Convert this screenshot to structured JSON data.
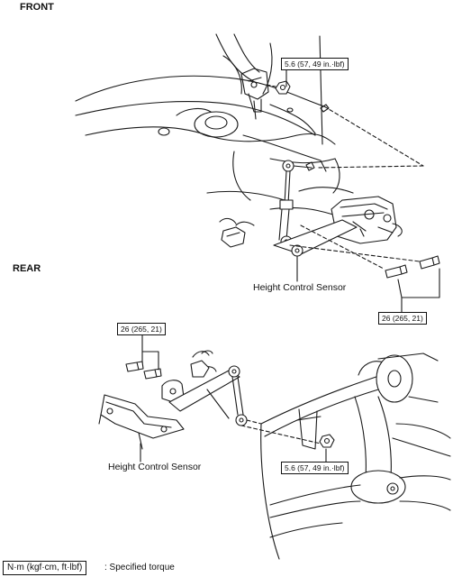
{
  "sections": {
    "front_title": "FRONT",
    "rear_title": "REAR"
  },
  "front": {
    "torque_nut": "5.6 (57, 49 in.·lbf)",
    "torque_bolt": "26 (265, 21)",
    "sensor_label": "Height Control Sensor"
  },
  "rear": {
    "torque_bolt": "26 (265, 21)",
    "torque_nut": "5.6 (57, 49 in.·lbf)",
    "sensor_label": "Height Control Sensor"
  },
  "legend": {
    "unit_box": "N·m (kgf·cm, ft·lbf)",
    "meaning": ": Specified torque"
  }
}
